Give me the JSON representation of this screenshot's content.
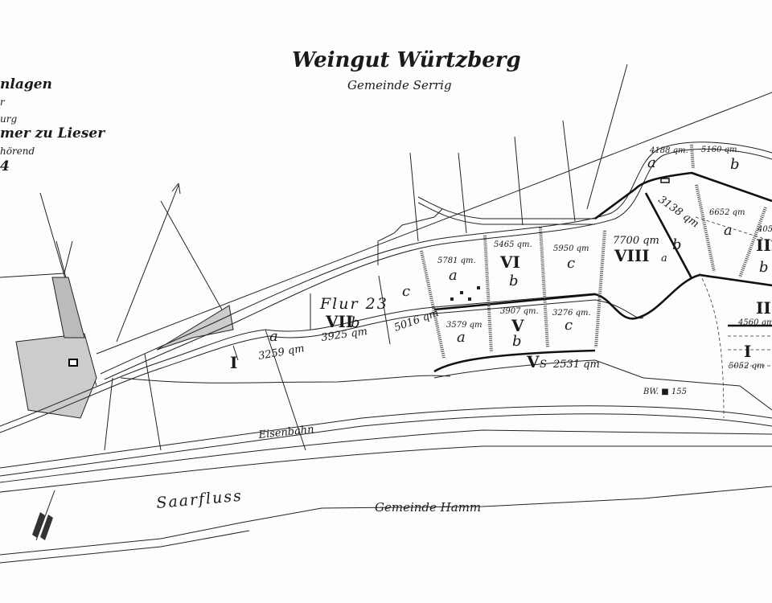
{
  "title": "Weingut Würtzberg",
  "subtitle": "Gemeinde Serrig",
  "legend": {
    "line1": "nlagen",
    "line2": "r",
    "line3": "urg",
    "line4": "mer zu Lieser",
    "line5": "hörend",
    "line6": "4"
  },
  "labels": {
    "flur": "Flur 23",
    "eisenbahn": "Eisenbahn",
    "saarfluss": "Saarfluss",
    "hamm": "Gemeinde Hamm",
    "bw": "BW. ■ 155"
  },
  "parcels": [
    {
      "roman": "I",
      "letter": "a",
      "area": "3259 qm"
    },
    {
      "roman": "VII",
      "letter": "b",
      "area": "3925 qm"
    },
    {
      "roman": "",
      "letter": "c",
      "area": "5016 qm"
    },
    {
      "roman": "",
      "letter": "a",
      "area": "5781 qm."
    },
    {
      "roman": "VI",
      "letter": "b",
      "area": "5465 qm."
    },
    {
      "roman": "",
      "letter": "c",
      "area": "5950 qm"
    },
    {
      "roman": "",
      "letter": "a",
      "area": "3579 qm"
    },
    {
      "roman": "V",
      "letter": "b",
      "area": "3907 qm."
    },
    {
      "roman": "",
      "letter": "c",
      "area": "3276 qm."
    },
    {
      "roman": "V",
      "letter": "S",
      "area": "2531 qm"
    },
    {
      "roman": "VIII",
      "letter": "a",
      "area": "7700 qm"
    },
    {
      "roman": "",
      "letter": "b",
      "area": "3138 qm"
    },
    {
      "roman": "",
      "letter": "a",
      "area": "4188 qm."
    },
    {
      "roman": "",
      "letter": "b",
      "area": "5160 qm."
    },
    {
      "roman": "III",
      "letter": "a",
      "area": "6652 qm"
    },
    {
      "roman": "III",
      "letter": "b",
      "area": "405"
    },
    {
      "roman": "II",
      "letter": "",
      "area": "4560 qm"
    },
    {
      "roman": "I",
      "letter": "",
      "area": "5052 qm"
    }
  ]
}
